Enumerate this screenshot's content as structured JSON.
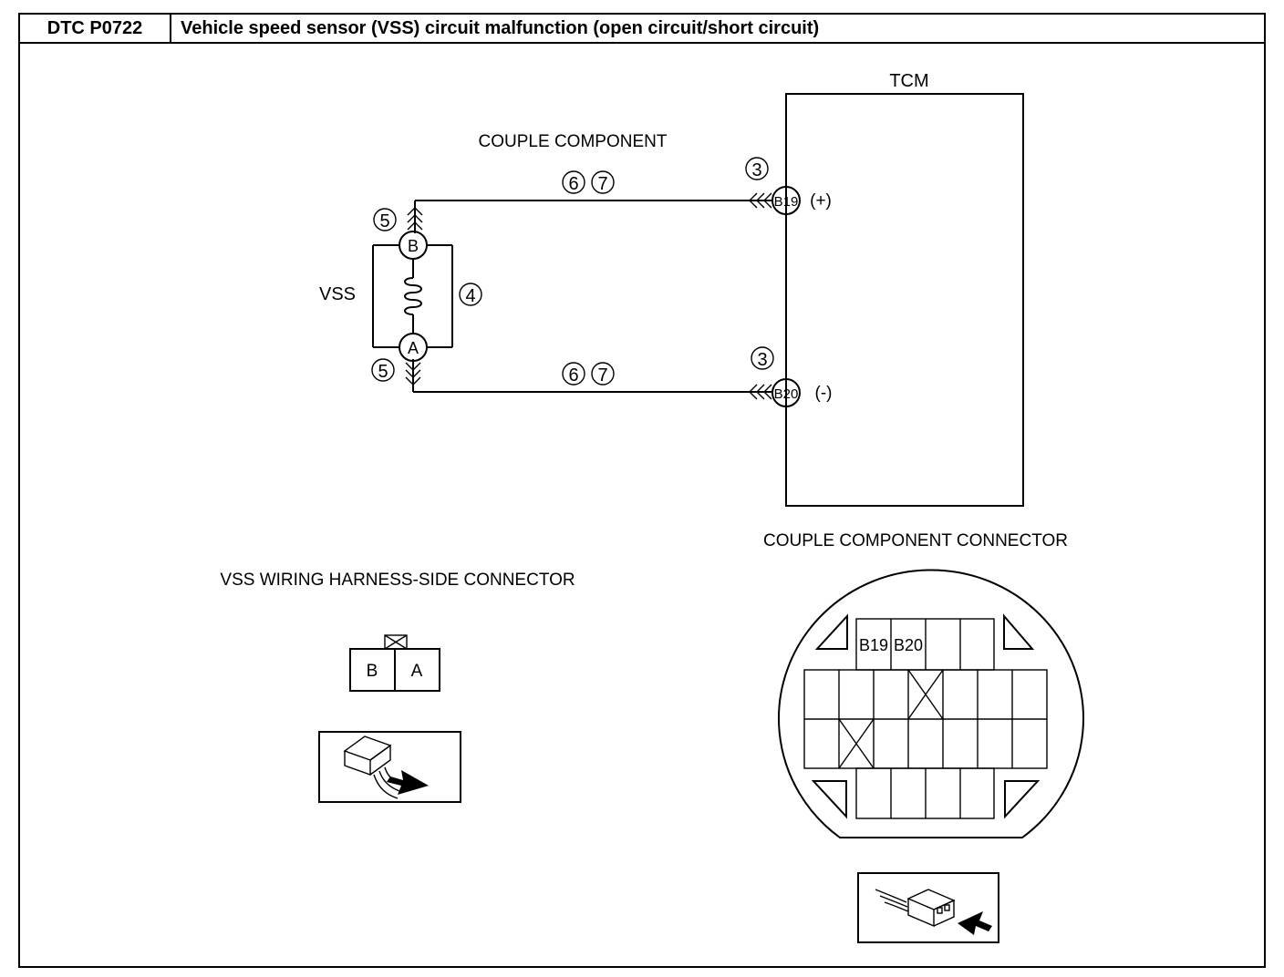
{
  "header": {
    "dtc_code": "DTC P0722",
    "title": "Vehicle speed sensor (VSS) circuit malfunction (open circuit/short circuit)"
  },
  "schematic": {
    "tcm_label": "TCM",
    "component_label": "COUPLE COMPONENT",
    "sensor_label": "VSS",
    "sensor_pin_b": "B",
    "sensor_pin_a": "A",
    "tcm_pin_plus": "B19",
    "tcm_pin_minus": "B20",
    "polarity_plus": "(+)",
    "polarity_minus": "(-)",
    "callouts": {
      "check_3": "3",
      "check_4": "4",
      "check_5": "5",
      "check_6": "6",
      "check_7": "7"
    }
  },
  "vss_connector": {
    "title": "VSS WIRING HARNESS-SIDE CONNECTOR",
    "terminals": [
      "B",
      "A"
    ]
  },
  "couple_connector": {
    "title": "COUPLE COMPONENT CONNECTOR",
    "terminals": [
      "B19",
      "B20"
    ]
  }
}
